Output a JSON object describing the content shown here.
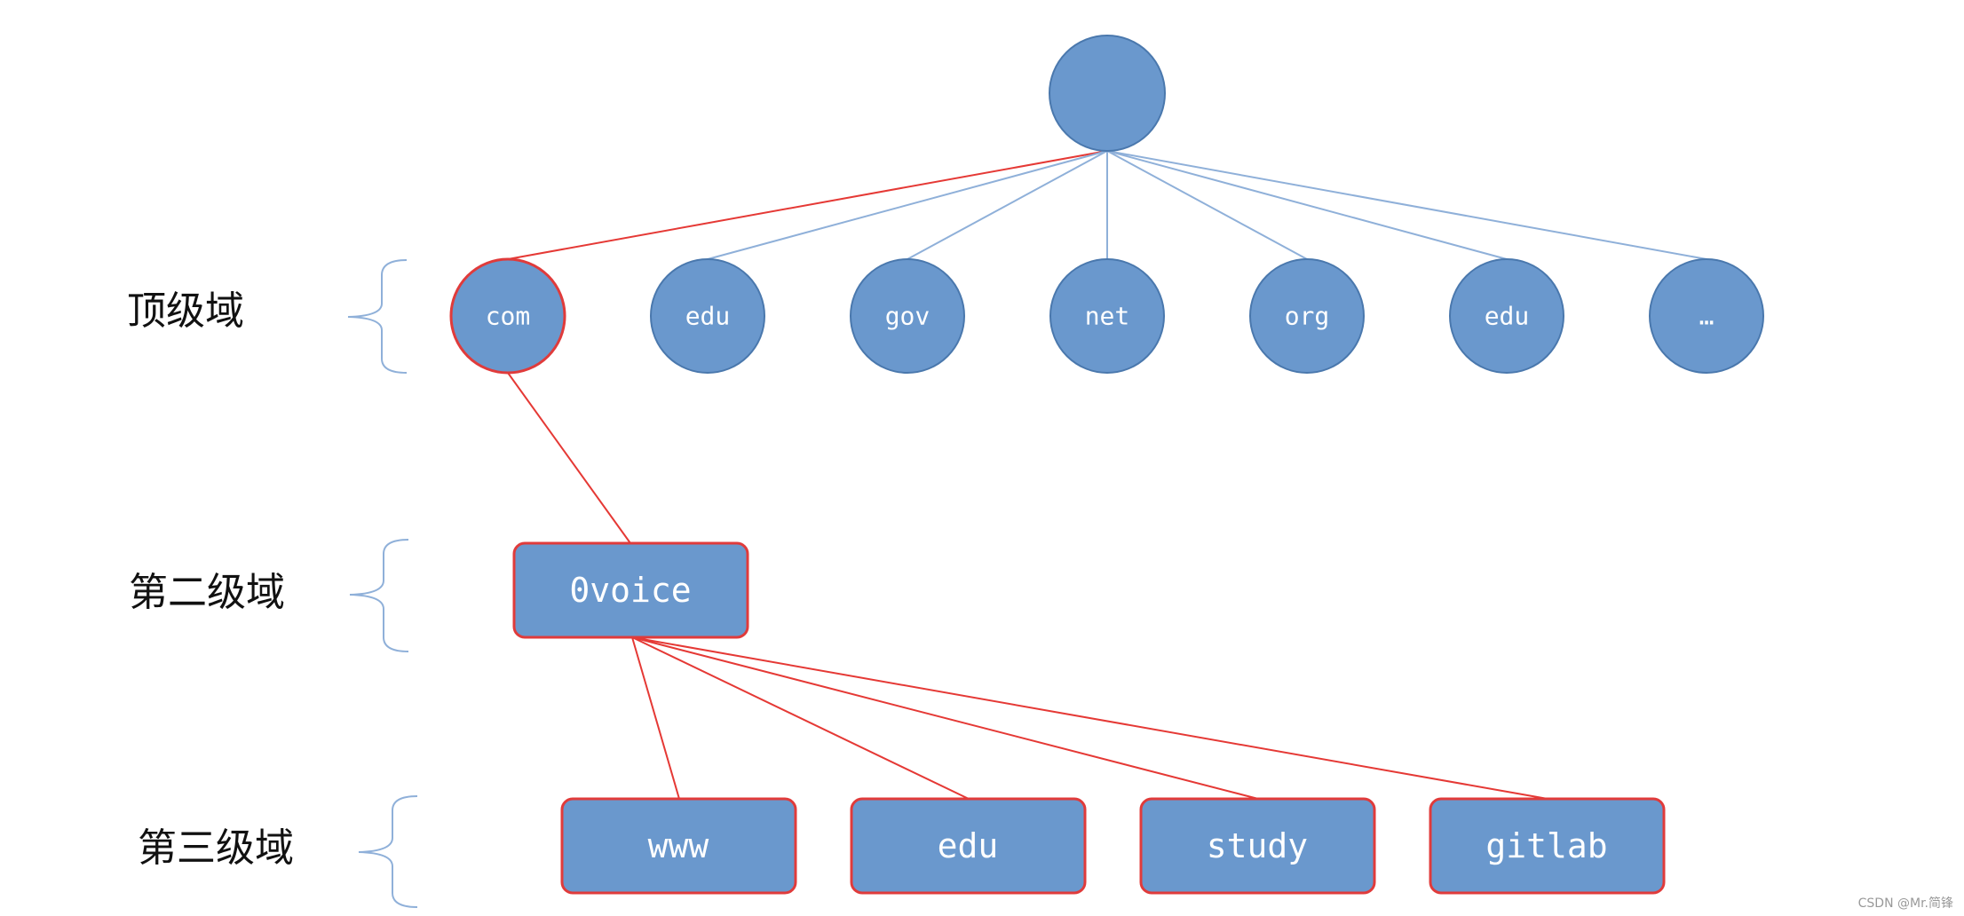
{
  "diagram": {
    "level_labels": [
      "顶级域",
      "第二级域",
      "第三级域"
    ],
    "root": {
      "label": ""
    },
    "top_level": [
      "com",
      "edu",
      "gov",
      "net",
      "org",
      "edu",
      "…"
    ],
    "second_level": [
      "0voice"
    ],
    "third_level": [
      "www",
      "edu",
      "study",
      "gitlab"
    ],
    "highlighted_path": [
      "com",
      "0voice",
      "www",
      "edu",
      "study",
      "gitlab"
    ],
    "watermark": "CSDN @Mr.简锋",
    "colors": {
      "node_fill": "#6a98cd",
      "node_stroke": "#4a78ad",
      "highlight_stroke": "#e03b3b",
      "edge_normal": "#8fb0d9",
      "edge_highlight": "#e53935",
      "bracket": "#8fb0d9"
    }
  }
}
